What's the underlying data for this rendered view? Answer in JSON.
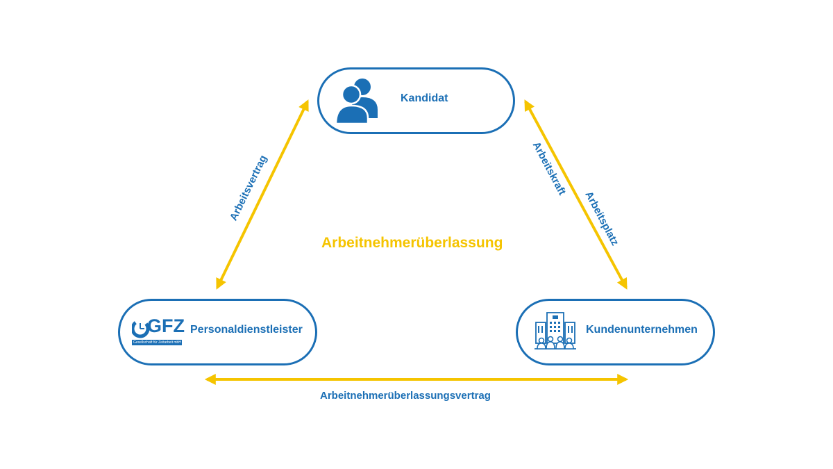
{
  "diagram": {
    "center_title": "Arbeitnehmerüberlassung",
    "nodes": {
      "top": {
        "label": "Kandidat",
        "icon": "people-icon"
      },
      "left": {
        "label": "Personaldienstleister",
        "icon": "gfz-logo",
        "logo_text": "GFZ",
        "logo_subtitle": "Gesellschaft für Zeitarbeit mbH"
      },
      "right": {
        "label": "Kundenunternehmen",
        "icon": "office-building-icon"
      }
    },
    "relations": {
      "left_edge": "Arbeitsvertrag",
      "right_edge_inner": "Arbeitskraft",
      "right_edge_outer": "Arbeitsplatz",
      "bottom_edge": "Arbeitnehmerüberlassungsvertrag"
    },
    "colors": {
      "primary_blue": "#1b6fb5",
      "accent_yellow": "#f5c400",
      "background": "#ffffff"
    }
  }
}
